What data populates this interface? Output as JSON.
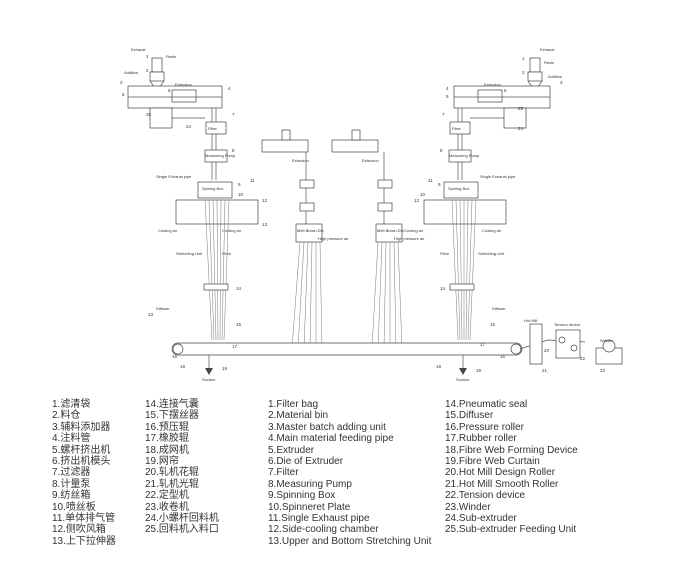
{
  "diagram": {
    "labels": {
      "exhaust": "Exhaust",
      "resin": "Resin",
      "additive": "Additive",
      "extrusion": "Extrusion",
      "filter": "Filter",
      "measuring_pump": "Measuring Pump",
      "spinning_box": "Spining Box",
      "single_exhaust_pipe": "Single Exhaust pipe",
      "cooling_air": "Cooling air",
      "stretching_unit": "Stretching Unit",
      "fibre": "Fibre",
      "diffuser": "Diffuser",
      "web_curtain": "Fibre Web Curtain",
      "suction": "Suction",
      "hot_mill": "Hot Mill",
      "tension_device": "Tension device",
      "winder": "Winder",
      "melt_blown_die": "Melt Blown Die",
      "high_pressure_air": "High pressure air"
    },
    "callout_numbers": [
      "1",
      "2",
      "3",
      "4",
      "5",
      "6",
      "7",
      "8",
      "9",
      "10",
      "11",
      "12",
      "13",
      "14",
      "15",
      "16",
      "17",
      "18",
      "19",
      "20",
      "21",
      "22",
      "23",
      "24",
      "25"
    ]
  },
  "legend": {
    "zh_col1": [
      "1.滤清袋",
      "2.料仓",
      "3.辅料添加器",
      "4.注料管",
      "5.螺杆挤出机",
      "6.挤出机模头",
      "7.过滤器",
      "8.计量泵",
      "9.纺丝箱",
      "10.喷丝板",
      "11.单体排气管",
      "12.侧吹风箱",
      "13.上下拉伸器"
    ],
    "zh_col2": [
      "14.连接气囊",
      "15.下摆丝器",
      "16.预压辊",
      "17.橡胶辊",
      "18.成网机",
      "19.网帘",
      "20.轧机花辊",
      "21.轧机光辊",
      "22.定型机",
      "23.收卷机",
      "24.小螺杆回料机",
      "25.回料机入料口"
    ],
    "en_col1": [
      "1.Filter bag",
      "2.Material bin",
      "3.Master batch adding unit",
      "4.Main material feeding pipe",
      "5.Extruder",
      "6.Die of Extruder",
      "7.Filter",
      "8.Measuring Pump",
      "9.Spinning Box",
      "10.Spinneret Plate",
      "11.Single Exhaust pipe",
      "12.Side-cooling chamber",
      "13.Upper and Bottom Stretching Unit"
    ],
    "en_col2": [
      "14.Pneumatic seal",
      "15.Diffuser",
      "16.Pressure roller",
      "17.Rubber roller",
      "18.Fibre Web Forming Device",
      "19.Fibre Web Curtain",
      "20.Hot Mill Design Roller",
      "21.Hot Mill Smooth Roller",
      "22.Tension device",
      "23.Winder",
      "24.Sub-extruder",
      "25.Sub-extruder Feeding Unit"
    ]
  }
}
